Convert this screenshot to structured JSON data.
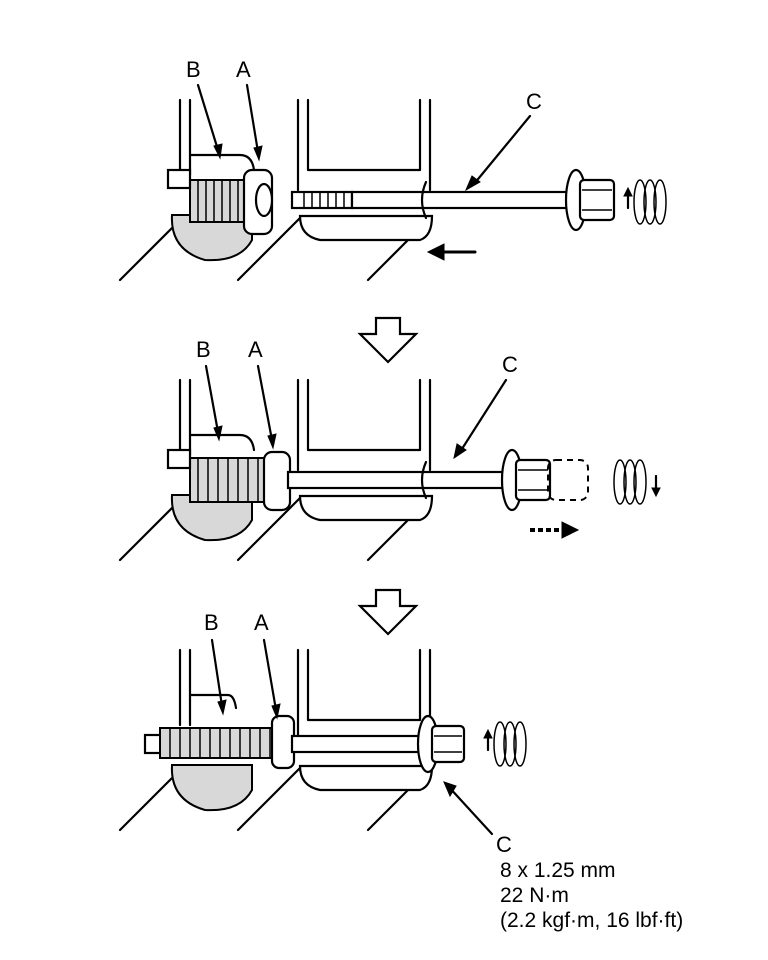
{
  "steps": [
    {
      "labels": {
        "b": "B",
        "a": "A",
        "c": "C"
      }
    },
    {
      "labels": {
        "b": "B",
        "a": "A",
        "c": "C"
      }
    },
    {
      "labels": {
        "b": "B",
        "a": "A",
        "c": "C"
      }
    }
  ],
  "bolt_spec": {
    "label": "C",
    "size": "8 x 1.25 mm",
    "torque_nm": "22 N·m",
    "torque_alt": "(2.2 kgf·m, 16 lbf·ft)"
  },
  "icons": [
    "step-down-arrow-icon",
    "push-arrow-icon",
    "pull-arrow-icon",
    "rotation-icon"
  ]
}
